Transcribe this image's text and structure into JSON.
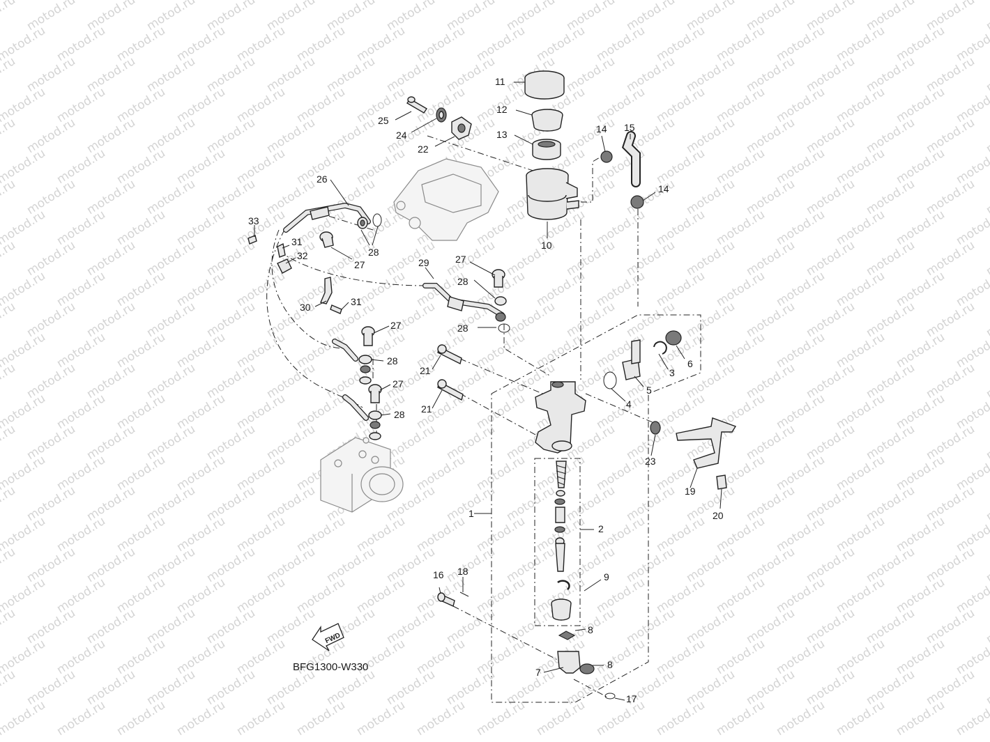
{
  "watermark": {
    "text": "motod.ru"
  },
  "diagram": {
    "code": "BFG1300-W330",
    "fwd_label": "FWD",
    "part_numbers": [
      "1",
      "2",
      "3",
      "4",
      "5",
      "6",
      "7",
      "8",
      "8",
      "9",
      "10",
      "11",
      "12",
      "13",
      "14",
      "14",
      "15",
      "16",
      "17",
      "18",
      "19",
      "20",
      "21",
      "21",
      "22",
      "23",
      "24",
      "25",
      "26",
      "27",
      "27",
      "27",
      "27",
      "28",
      "28",
      "28",
      "28",
      "28",
      "29",
      "30",
      "31",
      "31",
      "32",
      "33"
    ]
  }
}
